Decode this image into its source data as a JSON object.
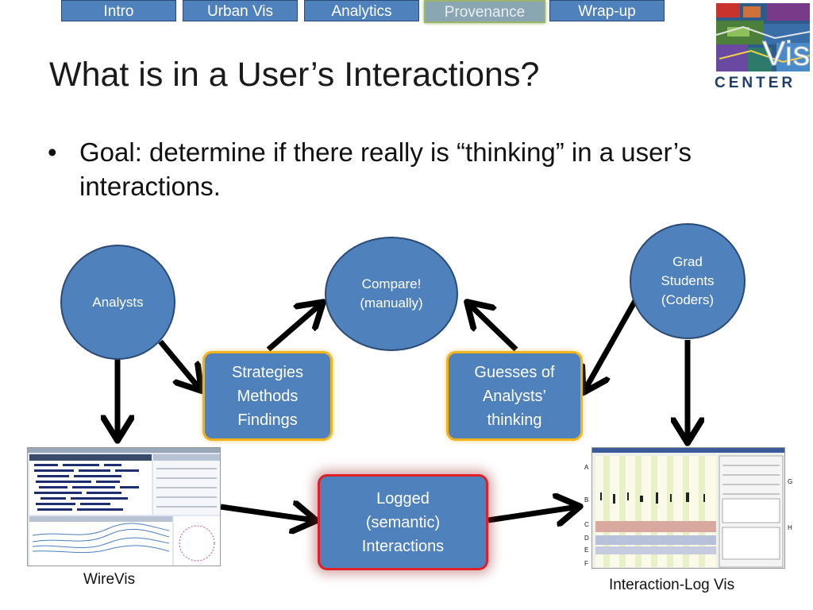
{
  "nav": {
    "tabs": [
      {
        "label": "Intro",
        "active": false
      },
      {
        "label": "Urban Vis",
        "active": false
      },
      {
        "label": "Analytics",
        "active": false
      },
      {
        "label": "Provenance",
        "active": true
      },
      {
        "label": "Wrap-up",
        "active": false
      }
    ]
  },
  "slide": {
    "title": "What is in a User’s Interactions?",
    "bullet_mark": "•",
    "bullet": "Goal: determine if there really is “thinking” in a user’s interactions."
  },
  "logo": {
    "text_vis": "Vis",
    "text_center": "CENTER"
  },
  "diagram": {
    "analysts": "Analysts",
    "compare_line1": "Compare!",
    "compare_line2": "(manually)",
    "grad_line1": "Grad",
    "grad_line2": "Students",
    "grad_line3": "(Coders)",
    "strategies_line1": "Strategies",
    "strategies_line2": "Methods",
    "strategies_line3": "Findings",
    "guesses_line1": "Guesses of",
    "guesses_line2": "Analysts’",
    "guesses_line3": "thinking",
    "logged_line1": "Logged",
    "logged_line2": "(semantic)",
    "logged_line3": "Interactions",
    "wirevis_caption": "WireVis",
    "logvis_caption": "Interaction-Log Vis",
    "logvis_markers": [
      "A",
      "B",
      "C",
      "D",
      "E",
      "F",
      "G",
      "H"
    ]
  },
  "colors": {
    "node_fill": "#4f81bd",
    "node_border": "#2b4a75",
    "box_highlight": "#f2b21c",
    "logged_border": "#e01f26",
    "arrow": "#000000"
  }
}
